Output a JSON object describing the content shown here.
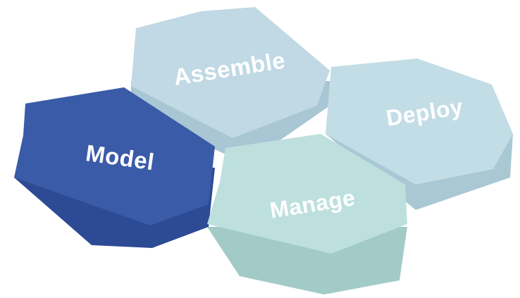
{
  "hexagons": {
    "assemble": {
      "label": "Assemble",
      "top_color": "#c0d9e4",
      "side_color": "#a8c6d4"
    },
    "deploy": {
      "label": "Deploy",
      "top_color": "#c3dde6",
      "side_color": "#a9c8d4"
    },
    "model": {
      "label": "Model",
      "top_color": "#3a5ba8",
      "side_color": "#2d4a94"
    },
    "manage": {
      "label": "Manage",
      "top_color": "#bde0de",
      "side_color": "#a2cbc8"
    }
  }
}
